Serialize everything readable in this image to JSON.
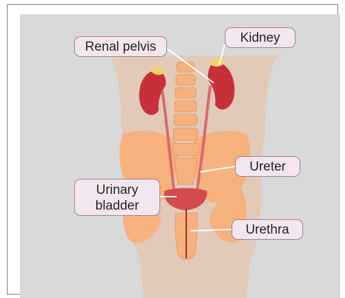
{
  "labels": {
    "renal_pelvis": "Renal pelvis",
    "kidney": "Kidney",
    "ureter": "Ureter",
    "urinary_bladder": "Urinary bladder",
    "urethra": "Urethra"
  },
  "colors": {
    "background": "#d9d9d9",
    "body": "#e2c9b8",
    "bone": "#f6b17d",
    "kidney": "#c6303a",
    "adrenal": "#f1d56b",
    "label_fill": "#f4e6ee",
    "label_border": "#9a7f8c"
  }
}
